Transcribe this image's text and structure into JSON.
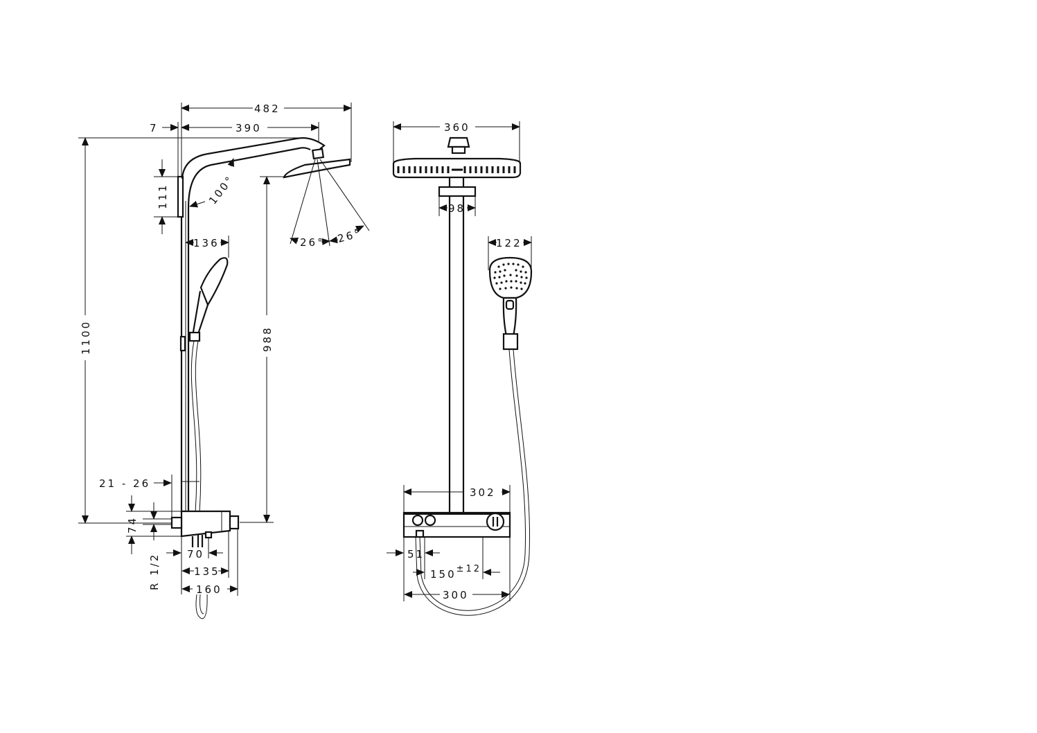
{
  "drawing": {
    "title": "Shower system dimension drawing",
    "side_view": {
      "dimensions": {
        "total_projection": "482",
        "wall_gap": "7",
        "arm_projection": "390",
        "total_height": "1100",
        "bracket_height": "111",
        "arm_angle": "100°",
        "spray_angle_left": "26°",
        "spray_angle_right": "26°",
        "hand_shower_width": "136",
        "head_height": "988",
        "wall_distance": "21 - 26",
        "mixer_height": "74",
        "connection_thread": "R 1/2",
        "outlet_offset": "70",
        "mixer_depth": "135",
        "mixer_total_depth": "160"
      }
    },
    "front_view": {
      "dimensions": {
        "head_width": "360",
        "flange_width": "98",
        "hand_shower_width": "122",
        "mixer_width": "302",
        "outlet_offset": "51",
        "connection_spacing": "150",
        "connection_tolerance": "±12",
        "mixer_base_width": "300"
      }
    }
  }
}
